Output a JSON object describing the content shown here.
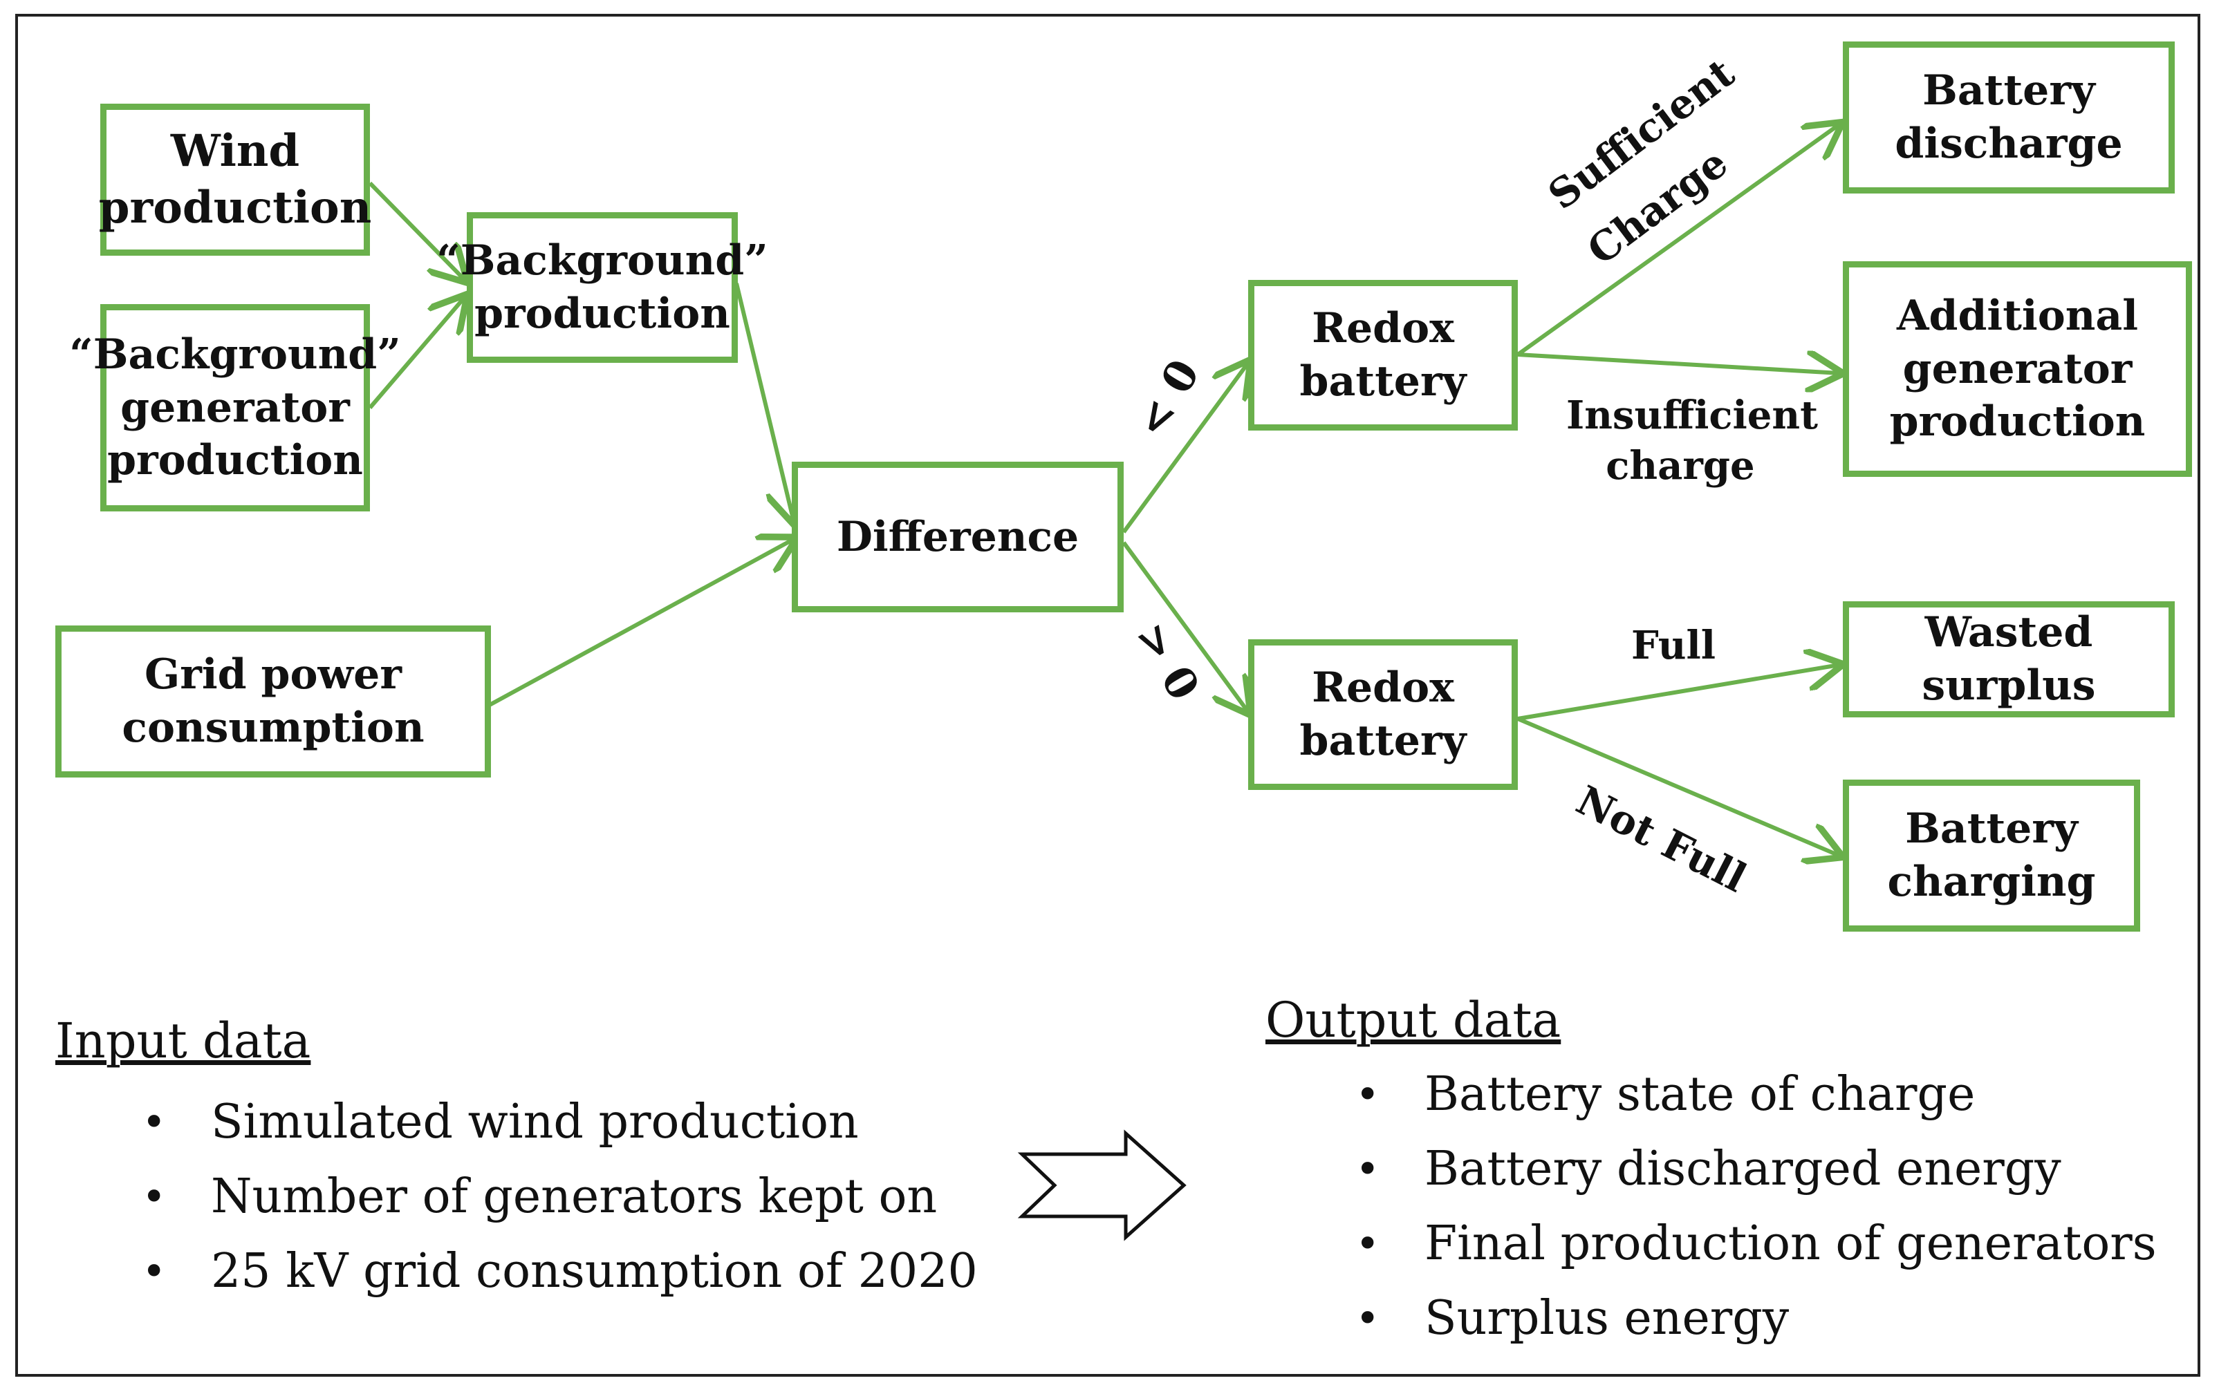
{
  "boxes": {
    "wind_production": "Wind\nproduction",
    "background_generator_production": "“Background”\ngenerator\nproduction",
    "background_production": "“Background”\nproduction",
    "grid_power_consumption": "Grid power\nconsumption",
    "difference": "Difference",
    "redox_battery_upper": "Redox\nbattery",
    "redox_battery_lower": "Redox\nbattery",
    "battery_discharge": "Battery\ndischarge",
    "additional_generator_production": "Additional\ngenerator\nproduction",
    "wasted_surplus": "Wasted surplus",
    "battery_charging": "Battery\ncharging"
  },
  "edge_labels": {
    "less_than_zero": "< 0",
    "greater_than_zero": "> 0",
    "sufficient": "Sufficient",
    "charge": "Charge",
    "insufficient_charge": "Insufficient\ncharge",
    "full": "Full",
    "not_full": "Not Full"
  },
  "input_data": {
    "title": "Input data",
    "items": [
      "Simulated wind production",
      "Number of generators kept on",
      "25 kV grid consumption of 2020"
    ]
  },
  "output_data": {
    "title": "Output data",
    "items": [
      "Battery state of charge",
      "Battery discharged energy",
      "Final production of generators",
      "Surplus energy"
    ]
  },
  "colors": {
    "box_border": "#6ab04c",
    "arrow": "#6ab04c",
    "frame": "#222222"
  },
  "icons": {
    "bullet": "•",
    "big_arrow": "hollow-right-arrow-icon"
  }
}
